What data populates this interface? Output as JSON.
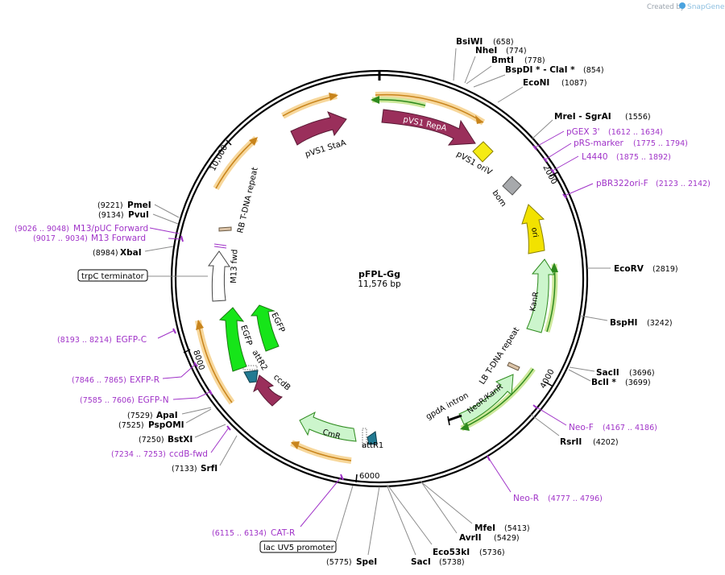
{
  "branding": {
    "created_by": "Created by",
    "brand": "SnapGene"
  },
  "plasmid": {
    "name": "pFPL-Gg",
    "size": "11,576 bp"
  },
  "ticks": {
    "t2000": "2000",
    "t4000": "4000",
    "t6000": "6000",
    "t8000": "8000",
    "t10000": "10,000"
  },
  "features": {
    "pvs1_repa": "pVS1 RepA",
    "pvs1_staa": "pVS1 StaA",
    "pvs1_oriv": "pVS1 oriV",
    "bom": "bom",
    "ori": "ori",
    "kanr": "KanR",
    "lb_tdna_repeat": "LB T-DNA repeat",
    "neor_kanr": "NeoR/KanR",
    "gpda_intron": "gpdA intron",
    "attr1": "attR1",
    "cmr": "CmR",
    "ccdb": "ccdB",
    "attr2": "attR2",
    "egfp_outer": "EGFP",
    "egfp_inner": "EGFP",
    "m13_fwd": "M13 fwd",
    "rb_tdna_repeat": "RB T-DNA repeat",
    "trpc_terminator": "trpC terminator",
    "lac_uv5_promoter": "lac UV5 promoter"
  },
  "sites": {
    "bsiwi": {
      "name": "BsiWI",
      "pos": "(658)"
    },
    "nhei": {
      "name": "NheI",
      "pos": "(774)"
    },
    "bmti": {
      "name": "BmtI",
      "pos": "(778)"
    },
    "bspdi_clai": {
      "name": "BspDI * - ClaI *",
      "pos": "(854)"
    },
    "econi": {
      "name": "EcoNI",
      "pos": "(1087)"
    },
    "mrei_sgrai": {
      "name": "MreI - SgrAI",
      "pos": "(1556)"
    },
    "ecorv": {
      "name": "EcoRV",
      "pos": "(2819)"
    },
    "bsphi": {
      "name": "BspHI",
      "pos": "(3242)"
    },
    "sacii": {
      "name": "SacII",
      "pos": "(3696)"
    },
    "bcli": {
      "name": "BclI *",
      "pos": "(3699)"
    },
    "rsrii": {
      "name": "RsrII",
      "pos": "(4202)"
    },
    "mfei": {
      "name": "MfeI",
      "pos": "(5413)"
    },
    "avrii": {
      "name": "AvrII",
      "pos": "(5429)"
    },
    "eco53ki": {
      "name": "Eco53kI",
      "pos": "(5736)"
    },
    "saci": {
      "name": "SacI",
      "pos": "(5738)"
    },
    "spei": {
      "name": "SpeI",
      "pos": "(5775)"
    },
    "srfi": {
      "name": "SrfI",
      "pos": "(7133)"
    },
    "bstxi": {
      "name": "BstXI",
      "pos": "(7250)"
    },
    "pspomi": {
      "name": "PspOMI",
      "pos": "(7525)"
    },
    "apai": {
      "name": "ApaI",
      "pos": "(7529)"
    },
    "xbai": {
      "name": "XbaI",
      "pos": "(8984)"
    },
    "pvui": {
      "name": "PvuI",
      "pos": "(9134)"
    },
    "pmei": {
      "name": "PmeI",
      "pos": "(9221)"
    }
  },
  "primers": {
    "pgex3": {
      "name": "pGEX 3'",
      "range": "(1612 .. 1634)"
    },
    "prs_marker": {
      "name": "pRS-marker",
      "range": "(1775 .. 1794)"
    },
    "l4440": {
      "name": "L4440",
      "range": "(1875 .. 1892)"
    },
    "pbr322ori_f": {
      "name": "pBR322ori-F",
      "range": "(2123 .. 2142)"
    },
    "neo_f": {
      "name": "Neo-F",
      "range": "(4167 .. 4186)"
    },
    "neo_r": {
      "name": "Neo-R",
      "range": "(4777 .. 4796)"
    },
    "cat_r": {
      "name": "CAT-R",
      "range": "(6115 .. 6134)"
    },
    "ccdb_fwd": {
      "name": "ccdB-fwd",
      "range": "(7234 .. 7253)"
    },
    "egfp_n": {
      "name": "EGFP-N",
      "range": "(7585 .. 7606)"
    },
    "exfp_r": {
      "name": "EXFP-R",
      "range": "(7846 .. 7865)"
    },
    "egfp_c": {
      "name": "EGFP-C",
      "range": "(8193 .. 8214)"
    },
    "m13_forward": {
      "name": "M13 Forward",
      "range": "(9017 .. 9034)"
    },
    "m13_puc_forward": {
      "name": "M13/pUC Forward",
      "range": "(9026 .. 9048)"
    }
  },
  "colors": {
    "primer_purple": "#a033c8",
    "repa_maroon": "#9a2f5b",
    "oriv_yellow": "#f5eb14",
    "ori_yellow": "#f2e200",
    "bom_gray": "#a7a9ac",
    "egfp_green": "#16e519",
    "resistance_light_green": "#ccf5cc",
    "att_teal": "#227a92",
    "primer_arc_orange": "#c8841c"
  }
}
